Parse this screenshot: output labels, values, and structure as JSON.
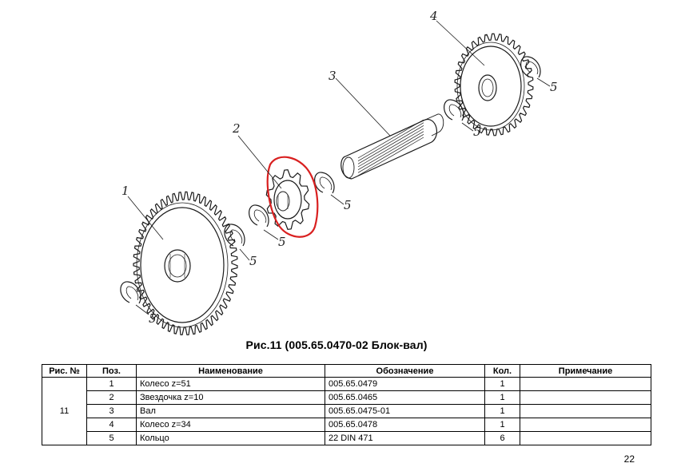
{
  "figure": {
    "callouts": {
      "gear_large": "1",
      "sprocket": "2",
      "shaft": "3",
      "gear_small": "4",
      "ring": "5"
    },
    "highlight_color": "#d92020",
    "caption": "Рис.11 (005.65.0470-02 Блок-вал)"
  },
  "table": {
    "headers": {
      "fig_no": "Рис. №",
      "pos": "Поз.",
      "name": "Наименование",
      "designation": "Обозначение",
      "qty": "Кол.",
      "note": "Примечание"
    },
    "fig_no": "11",
    "rows": [
      {
        "pos": "1",
        "name": "Колесо z=51",
        "designation": "005.65.0479",
        "qty": "1",
        "note": ""
      },
      {
        "pos": "2",
        "name": "Звездочка z=10",
        "designation": "005.65.0465",
        "qty": "1",
        "note": ""
      },
      {
        "pos": "3",
        "name": "Вал",
        "designation": "005.65.0475-01",
        "qty": "1",
        "note": ""
      },
      {
        "pos": "4",
        "name": "Колесо z=34",
        "designation": "005.65.0478",
        "qty": "1",
        "note": ""
      },
      {
        "pos": "5",
        "name": "Кольцо",
        "designation": "22 DIN 471",
        "qty": "6",
        "note": ""
      }
    ]
  },
  "page_number": "22"
}
